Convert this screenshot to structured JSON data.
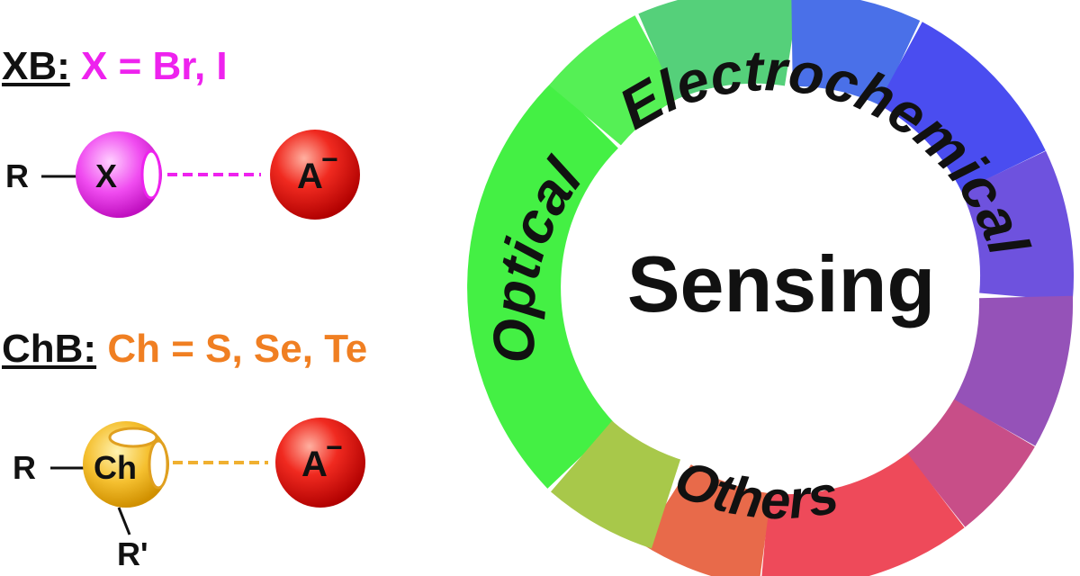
{
  "xb": {
    "label": "XB:",
    "definition": "X = Br, I",
    "color": "#ee22ee",
    "left_group": "R",
    "center_atom": "X",
    "anion": "A",
    "anion_charge": "−"
  },
  "chb": {
    "label": "ChB:",
    "definition": "Ch = S, Se, Te",
    "color": "#f07f22",
    "left_group": "R",
    "center_atom": "Ch",
    "bottom_group": "R'",
    "anion": "A",
    "anion_charge": "−"
  },
  "ring": {
    "center_label": "Sensing",
    "segments": [
      "Optical",
      "Electrochemical",
      "Others"
    ],
    "colors": {
      "optical": "#44f044",
      "electrochemical": "#4a4df0",
      "others": "#ee4a5a",
      "transition": "#8855cc"
    }
  }
}
